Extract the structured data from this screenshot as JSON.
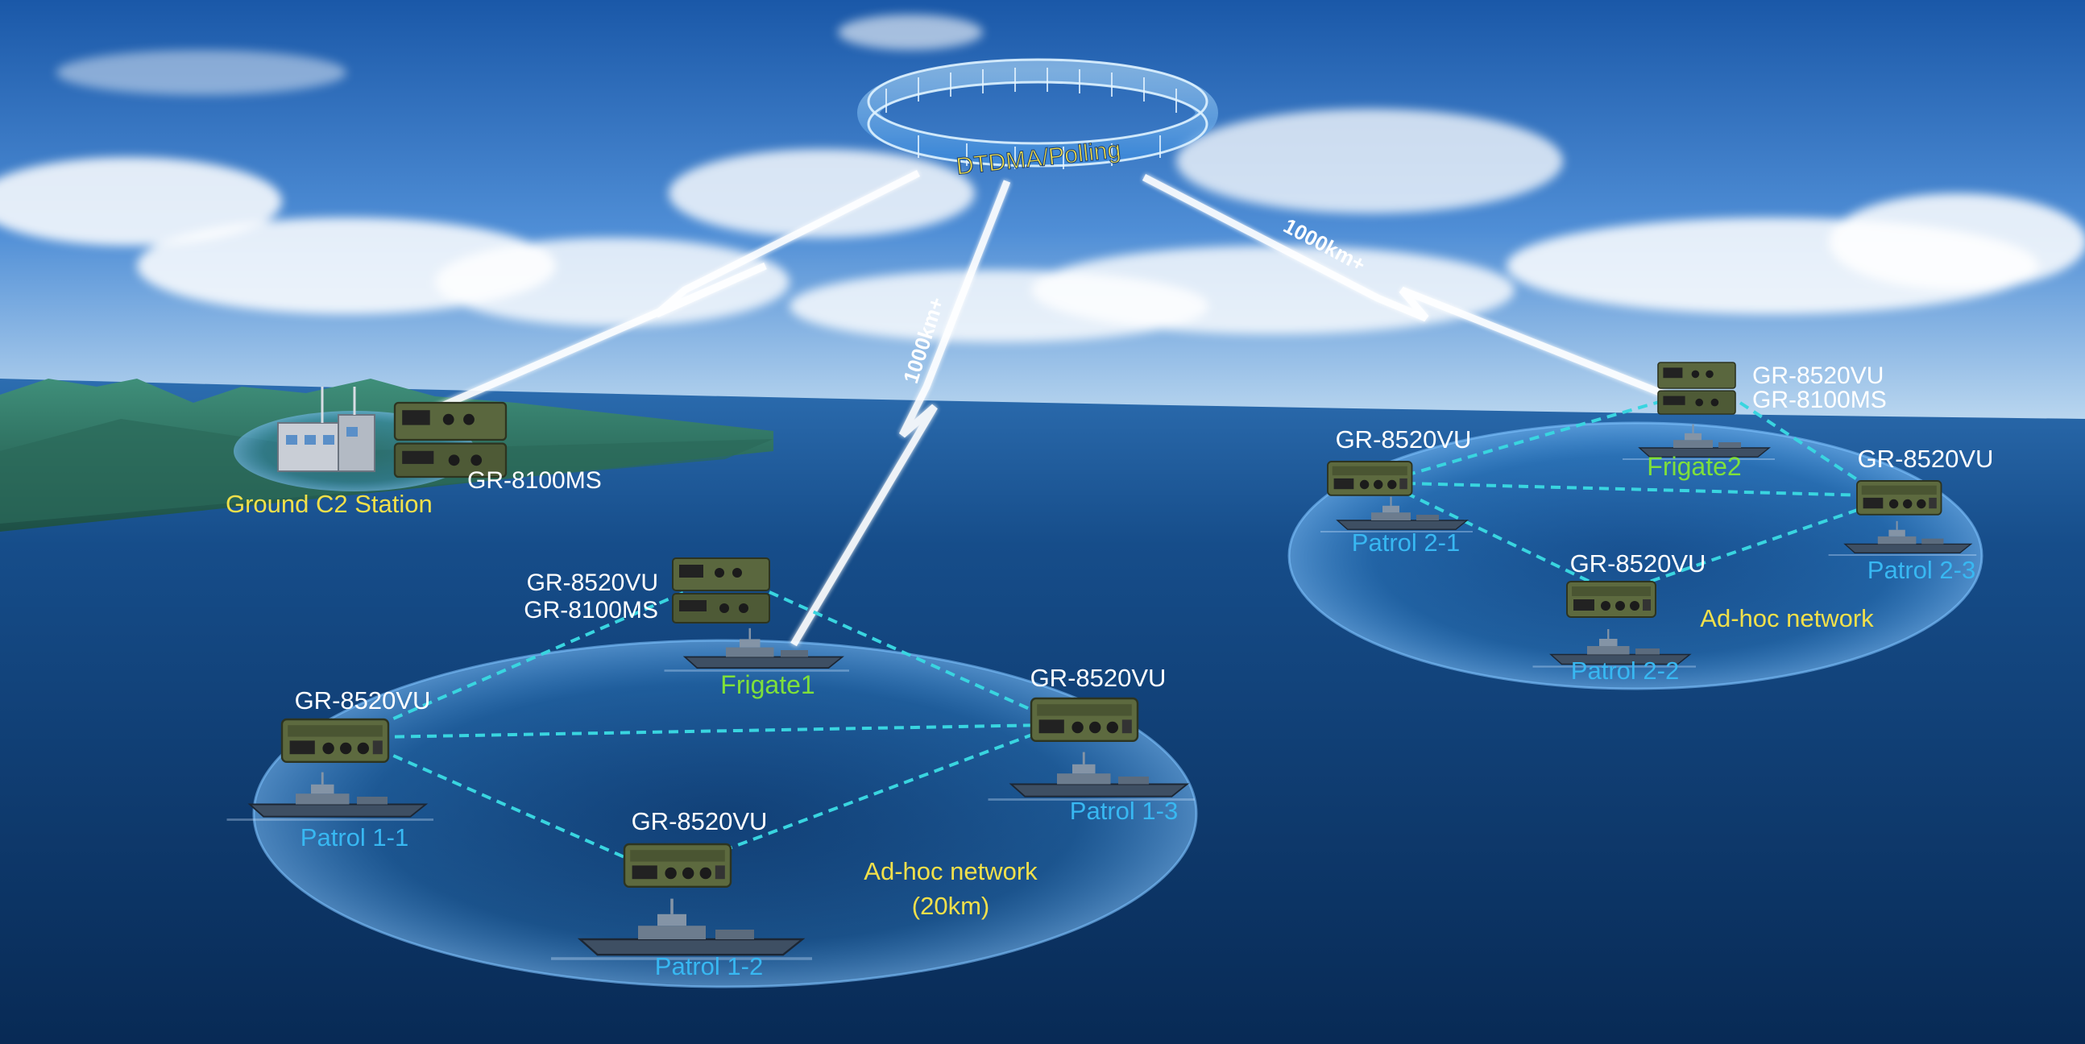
{
  "hub": {
    "label": "DTDMA/Polling"
  },
  "links": {
    "ground": "",
    "frigate1": "1000km+",
    "frigate2": "1000km+"
  },
  "ground_station": {
    "name": "Ground C2 Station",
    "model": "GR-8100MS"
  },
  "network1": {
    "label_line1": "Ad-hoc network",
    "label_line2": "(20km)",
    "frigate": {
      "name": "Frigate1",
      "model_line1": "GR-8520VU",
      "model_line2": "GR-8100MS"
    },
    "patrols": [
      {
        "name": "Patrol 1-1",
        "model": "GR-8520VU"
      },
      {
        "name": "Patrol 1-2",
        "model": "GR-8520VU"
      },
      {
        "name": "Patrol 1-3",
        "model": "GR-8520VU"
      }
    ]
  },
  "network2": {
    "label": "Ad-hoc network",
    "frigate": {
      "name": "Frigate2",
      "model_line1": "GR-8520VU",
      "model_line2": "GR-8100MS"
    },
    "patrols": [
      {
        "name": "Patrol 2-1",
        "model": "GR-8520VU"
      },
      {
        "name": "Patrol 2-2",
        "model": "GR-8520VU"
      },
      {
        "name": "Patrol 2-3",
        "model": "GR-8520VU"
      }
    ]
  },
  "colors": {
    "sky_top": "#1f5fae",
    "sea": "#0d3a6e",
    "label_yellow": "#f2e04a",
    "label_white": "#ffffff",
    "label_blue": "#38b8f2",
    "label_green": "#7fe03a",
    "mesh_line": "#39d5e0",
    "zone": "#3a8fe0"
  },
  "icons": [
    "radio-unit-icon",
    "ship-icon",
    "building-icon",
    "mountain-icon"
  ]
}
